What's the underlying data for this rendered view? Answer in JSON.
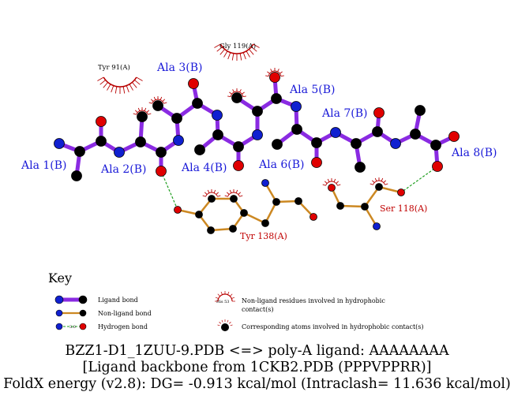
{
  "colors": {
    "ligand_bond": "#8a2be2",
    "nonligand_bond": "#cc8822",
    "hbond": "#1e9e1e",
    "oxygen": "#e00000",
    "nitrogen": "#1020d0",
    "carbon": "#000000",
    "hydrophobic": "#b80000"
  },
  "ligand_labels": [
    "Ala 1(B)",
    "Ala 2(B)",
    "Ala 3(B)",
    "Ala 4(B)",
    "Ala 5(B)",
    "Ala 6(B)",
    "Ala 7(B)",
    "Ala 8(B)"
  ],
  "residue_labels": [
    "Tyr 138(A)",
    "Ser 118(A)"
  ],
  "hydrophobic_labels": [
    "Tyr 91(A)",
    "Gly 119(A)"
  ],
  "key": {
    "title": "Key",
    "items": [
      "Ligand bond",
      "Non-ligand bond",
      "Hydrogen bond"
    ],
    "hyd_items": [
      "Non-ligand residues involved in hydrophobic",
      "contact(s)",
      "Corresponding atoms involved in hydrophobic contact(s)"
    ],
    "hbond_len": "3.0",
    "sample_residue": "His 53"
  },
  "caption": {
    "line1": "BZZ1-D1_1ZUU-9.PDB <=> poly-A ligand: AAAAAAAA",
    "line2": "[Ligand backbone from 1CKB2.PDB (PPPVPPRR)]",
    "line3": "FoldX energy (v2.8): DG= -0.913 kcal/mol (Intraclash= 11.636 kcal/mol)"
  }
}
